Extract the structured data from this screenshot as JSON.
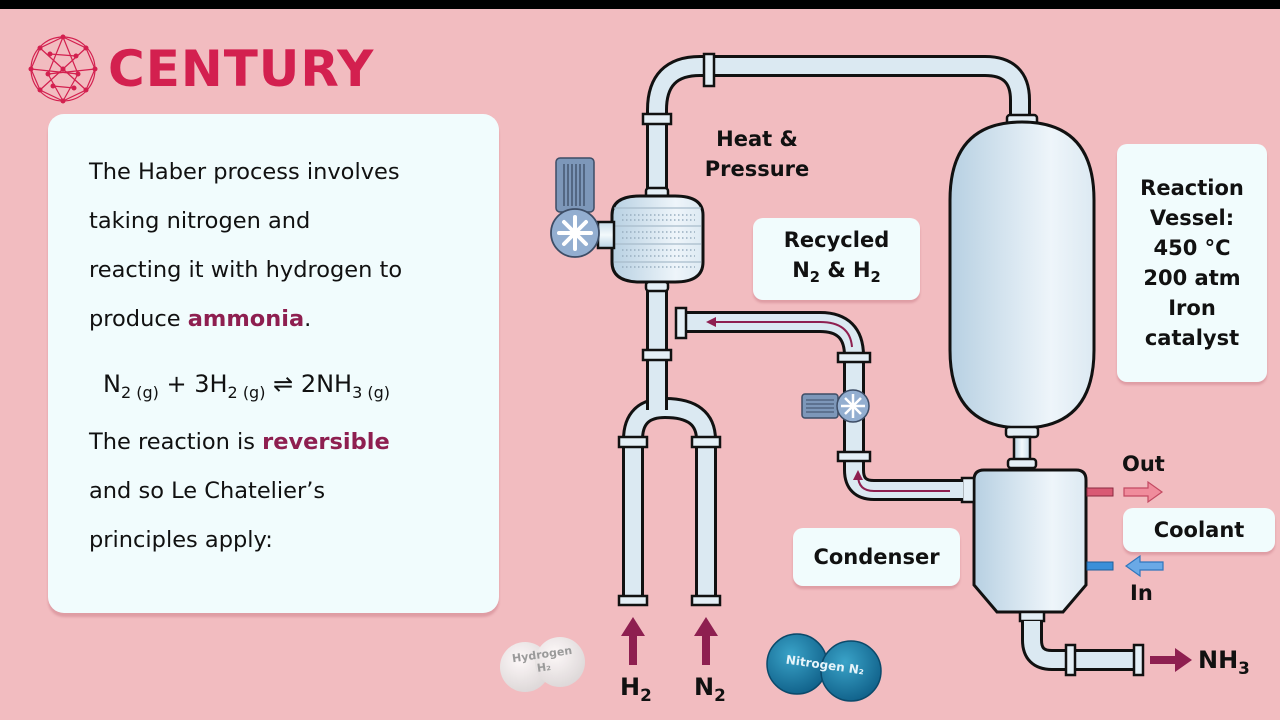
{
  "brand": {
    "name": "CENTURY",
    "logo_icon": "network-globe-icon",
    "color": "#d3204f"
  },
  "colors": {
    "background": "#f2bcc0",
    "card": "#f1fcfd",
    "highlight": "#8e1f50",
    "pipe": "#dbe9f2",
    "coolant_out": "#d95a74",
    "coolant_in": "#3a8fd9",
    "arrow": "#8e1f50"
  },
  "explanation": {
    "line1": "The Haber process involves",
    "line2": "taking nitrogen and",
    "line3": "reacting it with hydrogen to",
    "line4_prefix": "produce ",
    "line4_highlight": "ammonia",
    "line4_suffix": ".",
    "equation": {
      "r1": "N",
      "r1_sub": "2 (g)",
      "plus": " + 3H",
      "r2_sub": "2 (g)",
      "arrow": " ⇌ ",
      "p1": "2NH",
      "p1_sub": "3 (g)"
    },
    "line5_prefix": "The reaction is ",
    "line5_highlight": "reversible",
    "line6": "and so Le Chatelier’s",
    "line7": "principles apply:"
  },
  "diagram": {
    "heat_pressure": [
      "Heat &",
      "Pressure"
    ],
    "recycled": {
      "line1": "Recycled",
      "n": "N",
      "n_sub": "2",
      "amp": " & H",
      "h_sub": "2"
    },
    "reaction_vessel": [
      "Reaction",
      "Vessel:",
      "450 °C",
      "200 atm",
      "Iron",
      "catalyst"
    ],
    "condenser": "Condenser",
    "coolant": "Coolant",
    "coolant_out": "Out",
    "coolant_in": "In",
    "output": {
      "text": "NH",
      "sub": "3"
    },
    "input_h2": {
      "text": "H",
      "sub": "2"
    },
    "input_n2": {
      "text": "N",
      "sub": "2"
    },
    "hydrogen_molecule": {
      "line1": "Hydrogen",
      "line2": "H₂"
    },
    "nitrogen_molecule": "Nitrogen N₂"
  }
}
